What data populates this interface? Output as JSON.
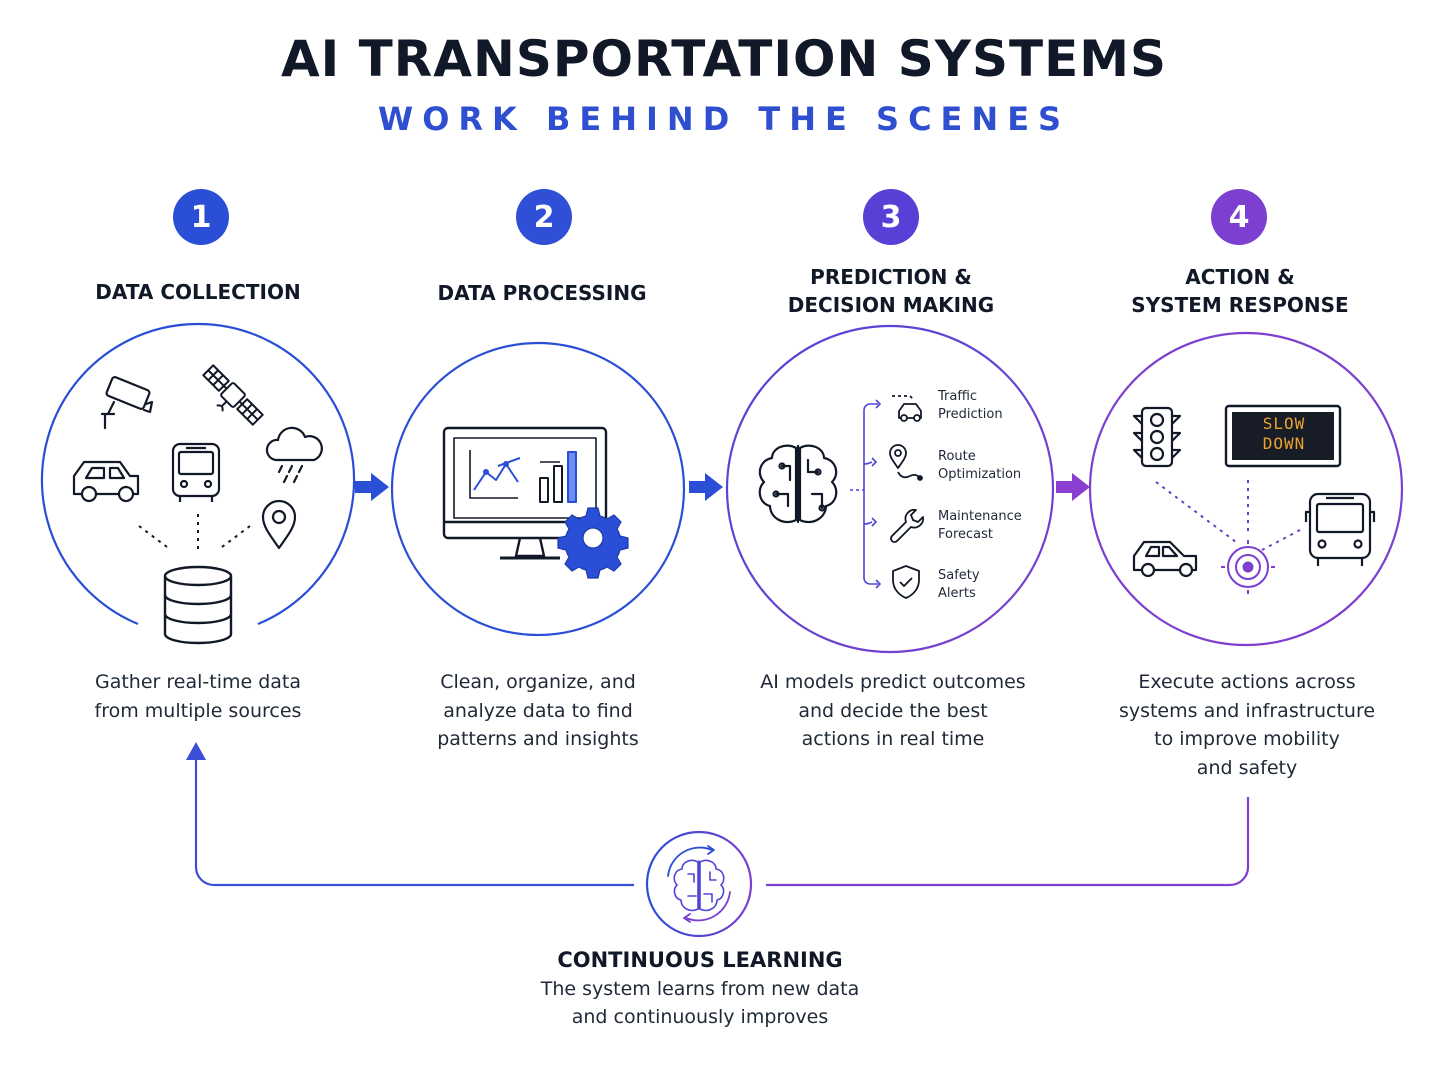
{
  "header": {
    "title": "AI TRANSPORTATION SYSTEMS",
    "subtitle": "WORK BEHIND THE SCENES"
  },
  "colors": {
    "blue": "#2a4fd6",
    "indigo": "#4f46d6",
    "purple": "#7c3fd0",
    "ink": "#111827"
  },
  "steps": [
    {
      "number": "1",
      "title_lines": [
        "DATA COLLECTION"
      ],
      "desc_lines": [
        "Gather real-time data",
        "from multiple sources"
      ],
      "icons": [
        "security-camera-icon",
        "satellite-icon",
        "car-icon",
        "bus-icon",
        "cloud-rain-icon",
        "location-pin-icon",
        "database-icon"
      ]
    },
    {
      "number": "2",
      "title_lines": [
        "DATA PROCESSING"
      ],
      "desc_lines": [
        "Clean, organize, and",
        "analyze data to find",
        "patterns and insights"
      ],
      "icons": [
        "monitor-chart-icon",
        "gear-icon"
      ]
    },
    {
      "number": "3",
      "title_lines": [
        "PREDICTION &",
        "DECISION MAKING"
      ],
      "desc_lines": [
        "AI models predict outcomes",
        "and decide the best",
        "actions in real time"
      ],
      "icons": [
        "brain-circuit-icon"
      ],
      "outputs": [
        {
          "lines": [
            "Traffic",
            "Prediction"
          ],
          "icon": "traffic-car-icon"
        },
        {
          "lines": [
            "Route",
            "Optimization"
          ],
          "icon": "route-pin-icon"
        },
        {
          "lines": [
            "Maintenance",
            "Forecast"
          ],
          "icon": "wrench-icon"
        },
        {
          "lines": [
            "Safety",
            "Alerts"
          ],
          "icon": "shield-check-icon"
        }
      ]
    },
    {
      "number": "4",
      "title_lines": [
        "ACTION &",
        "SYSTEM RESPONSE"
      ],
      "desc_lines": [
        "Execute actions across",
        "systems and infrastructure",
        "to improve mobility",
        "and safety"
      ],
      "icons": [
        "traffic-light-icon",
        "message-sign-icon",
        "car-icon",
        "bus-icon",
        "signal-hub-icon"
      ],
      "sign_lines": [
        "SLOW",
        "DOWN"
      ]
    }
  ],
  "learning": {
    "title": "CONTINUOUS LEARNING",
    "desc_lines": [
      "The system learns from new data",
      "and continuously improves"
    ],
    "icon": "brain-cycle-icon"
  }
}
